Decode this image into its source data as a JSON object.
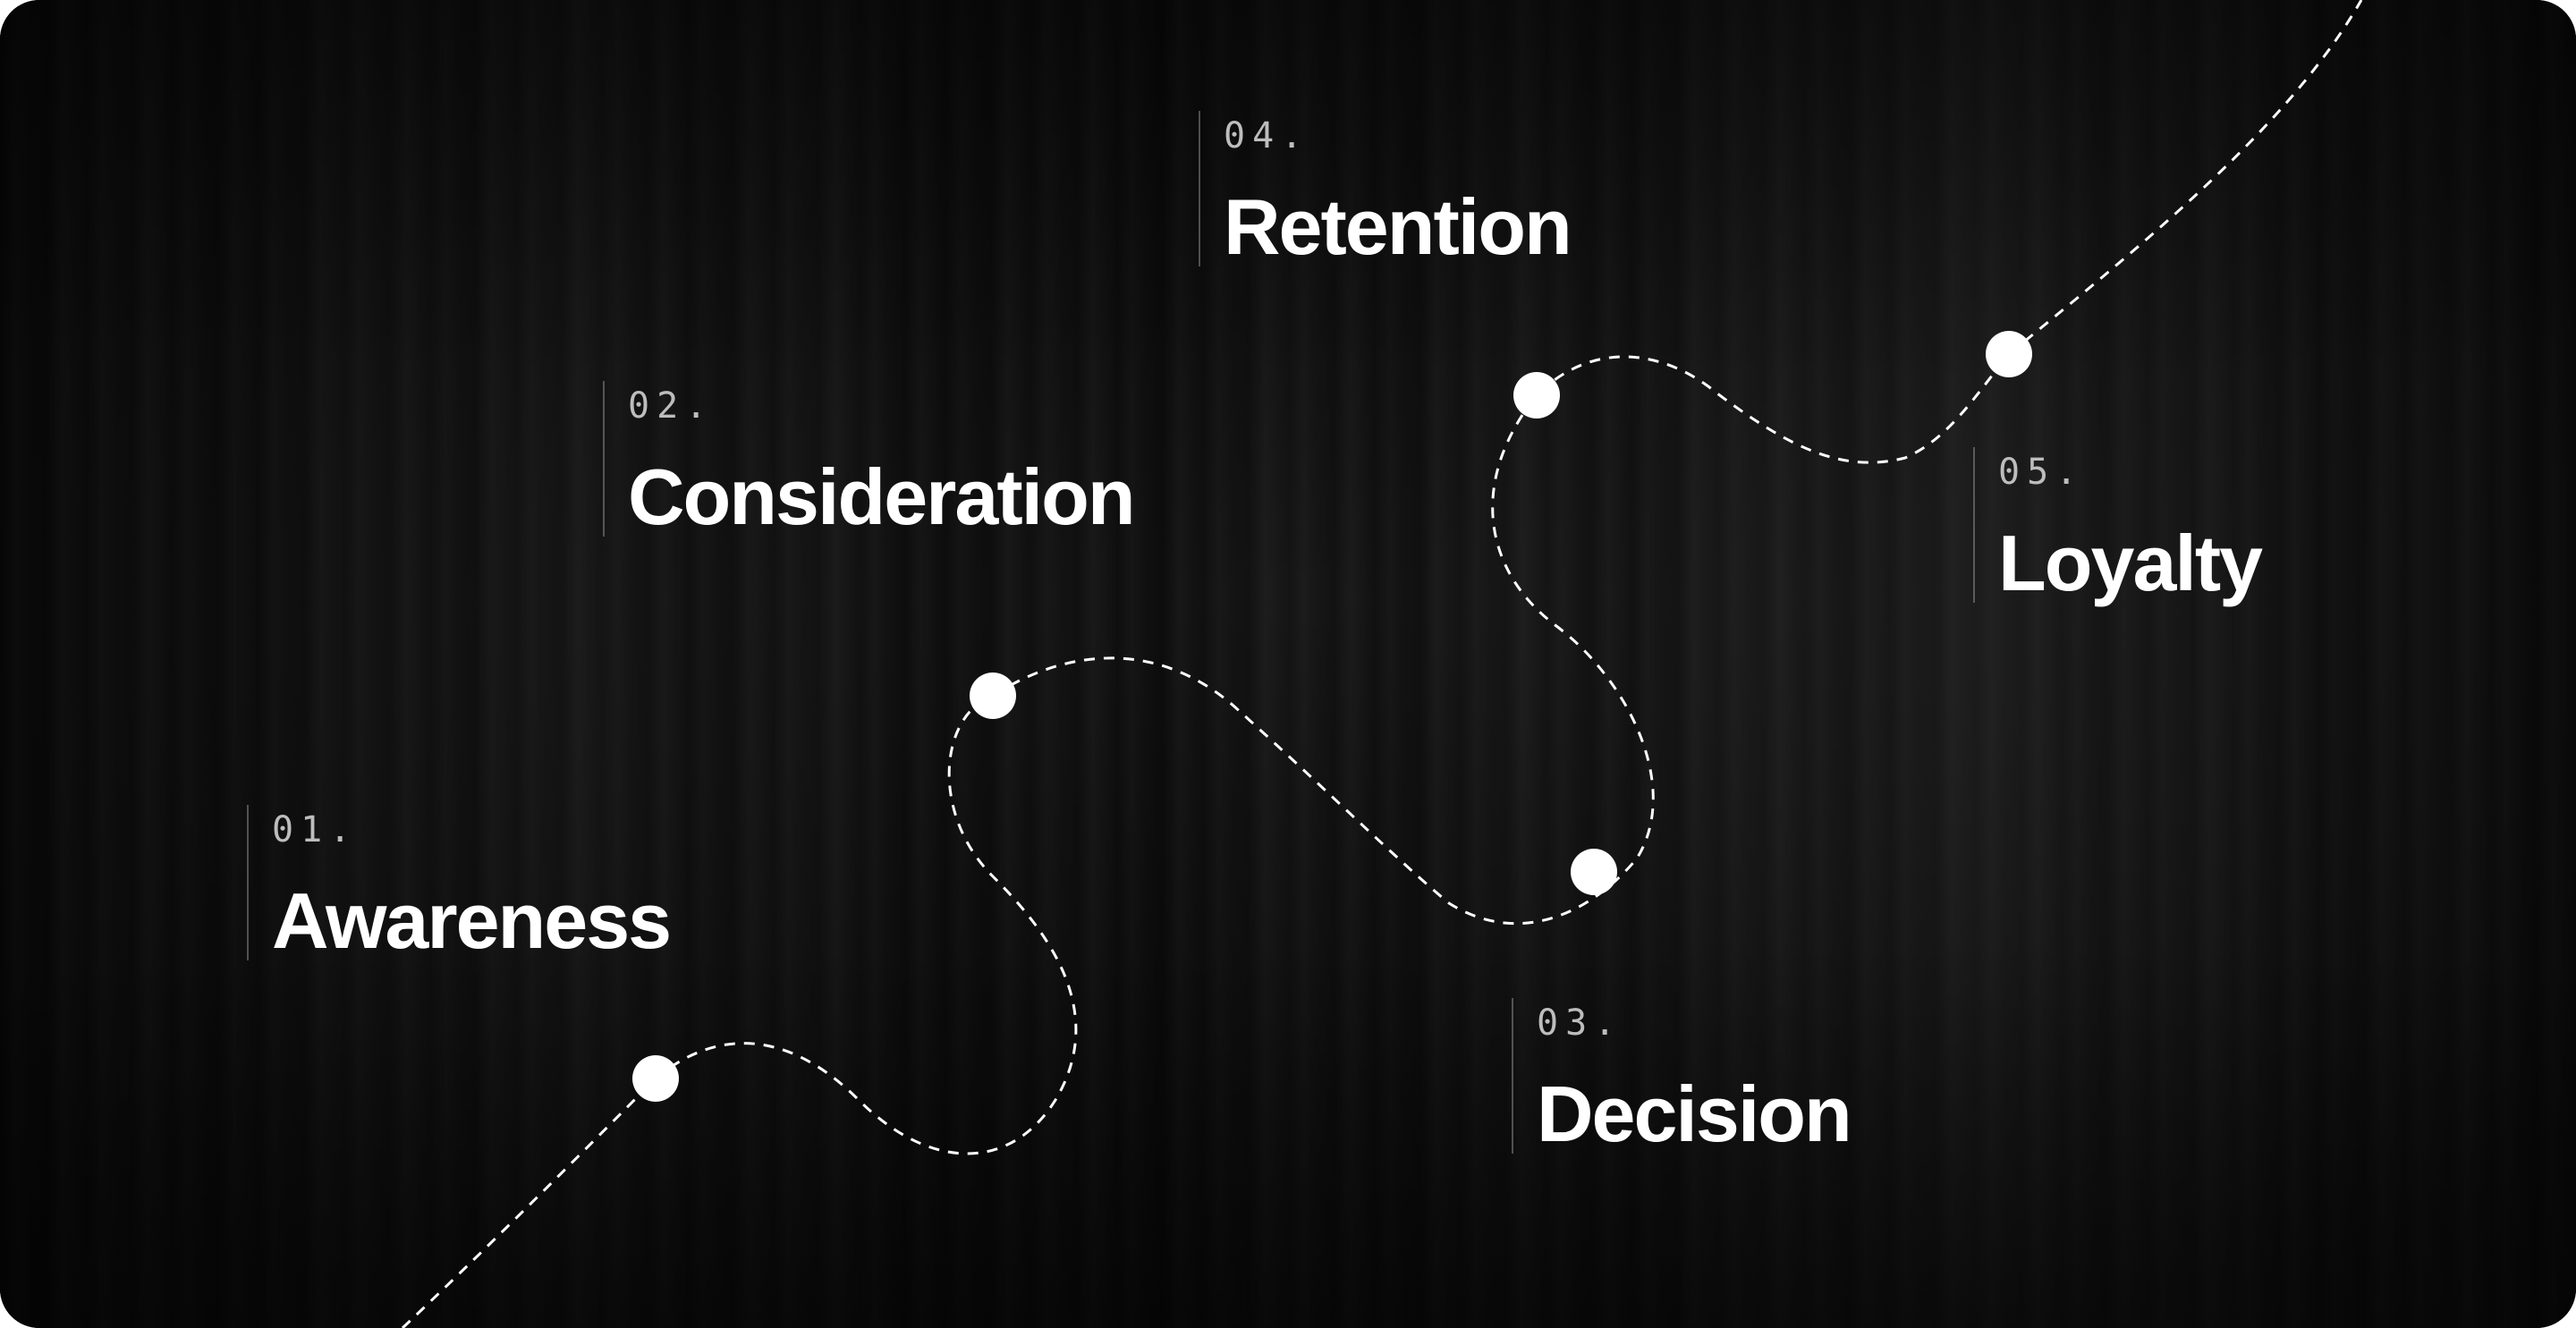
{
  "stages": [
    {
      "number": "01.",
      "title": "Awareness"
    },
    {
      "number": "02.",
      "title": "Consideration"
    },
    {
      "number": "03.",
      "title": "Decision"
    },
    {
      "number": "04.",
      "title": "Retention"
    },
    {
      "number": "05.",
      "title": "Loyalty"
    }
  ],
  "colors": {
    "background": "#070707",
    "path": "#ffffff",
    "node": "#ffffff",
    "number": "#bdbdbd",
    "title": "#ffffff"
  }
}
